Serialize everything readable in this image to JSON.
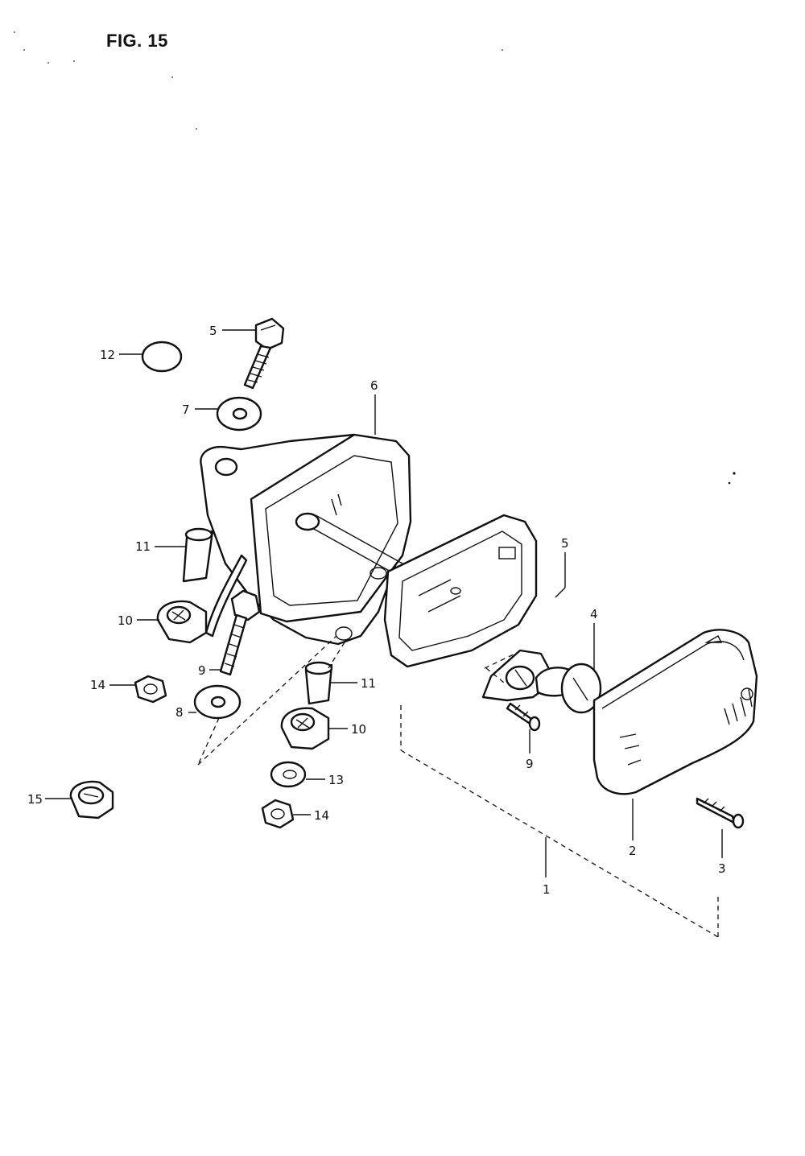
{
  "title": "FIG. 15",
  "callouts": [
    {
      "id": "c1",
      "text": "1"
    },
    {
      "id": "c2",
      "text": "2"
    },
    {
      "id": "c3",
      "text": "3"
    },
    {
      "id": "c4",
      "text": "4"
    },
    {
      "id": "c5a",
      "text": "5"
    },
    {
      "id": "c5b",
      "text": "5"
    },
    {
      "id": "c6",
      "text": "6"
    },
    {
      "id": "c7",
      "text": "7"
    },
    {
      "id": "c8",
      "text": "8"
    },
    {
      "id": "c9a",
      "text": "9"
    },
    {
      "id": "c9b",
      "text": "9"
    },
    {
      "id": "c10a",
      "text": "10"
    },
    {
      "id": "c10b",
      "text": "10"
    },
    {
      "id": "c11a",
      "text": "11"
    },
    {
      "id": "c11b",
      "text": "11"
    },
    {
      "id": "c12",
      "text": "12"
    },
    {
      "id": "c13",
      "text": "13"
    },
    {
      "id": "c14a",
      "text": "14"
    },
    {
      "id": "c14b",
      "text": "14"
    },
    {
      "id": "c15",
      "text": "15"
    }
  ]
}
